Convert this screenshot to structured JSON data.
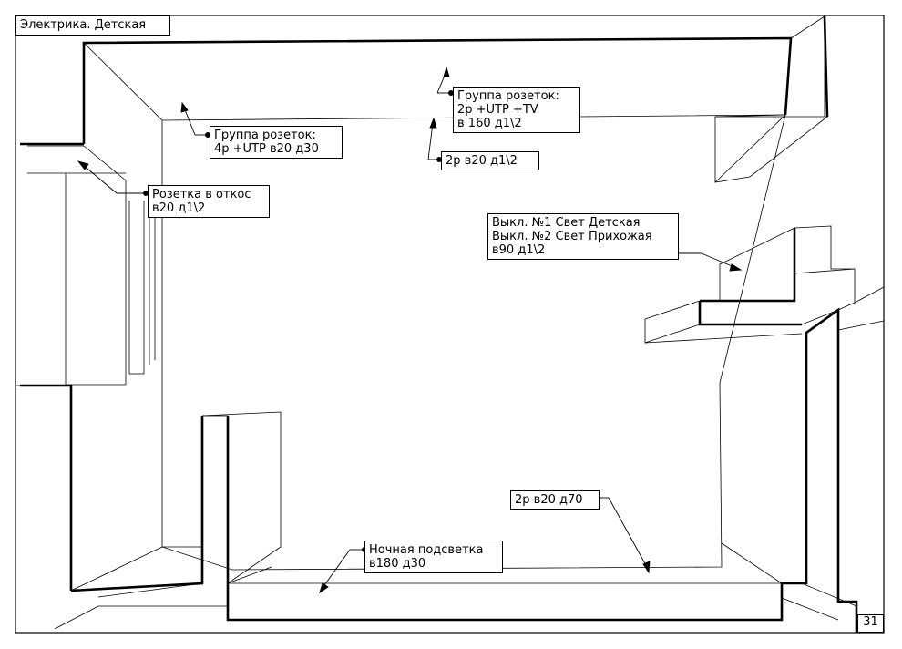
{
  "title": "Электрика. Детская",
  "page_number": "31",
  "labels": {
    "group_top": [
      "Группа розеток:",
      "2р +UTP +TV",
      "в 160 д1\\2"
    ],
    "socket_2p_top": [
      "2р в20 д1\\2"
    ],
    "group_left": [
      "Группа розеток:",
      "4р +UTP в20 д30"
    ],
    "socket_slope": [
      "Розетка в откос",
      "в20 д1\\2"
    ],
    "switches": [
      "Выкл. №1 Свет Детская",
      "Выкл. №2 Свет Прихожая",
      "в90 д1\\2"
    ],
    "socket_2p_bottom": [
      "2р в20 д70"
    ],
    "night_light": [
      "Ночная подсветка",
      "в180 д30"
    ]
  }
}
